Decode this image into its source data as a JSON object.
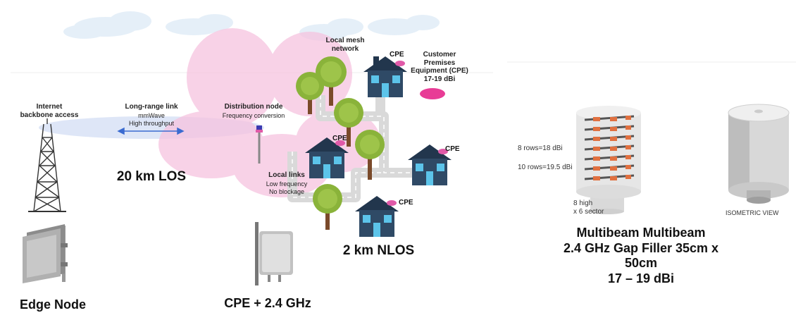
{
  "labels": {
    "internet_backbone": "Internet\nbackbone access",
    "long_range_title": "Long-range link",
    "long_range_sub1": "mmWave",
    "long_range_sub2": "High throughput",
    "distribution_title": "Distribution node",
    "distribution_sub": "Frequency conversion",
    "local_mesh": "Local mesh\nnetwork",
    "customer_premises": "Customer\nPremises\nEquipment (CPE)\n17-19 dBi",
    "local_links_title": "Local links",
    "local_links_sub1": "Low frequency",
    "local_links_sub2": "No blockage",
    "cpe": "CPE",
    "los_20km": "20 km LOS",
    "nlos_2km": "2 km NLOS",
    "edge_node": "Edge Node",
    "cpe_24ghz": "CPE + 2.4 GHz",
    "rows_8": "8 rows=18 dBi",
    "rows_10": "10 rows=19.5 dBi",
    "high_sector": "8 high\nx 6 sector",
    "isometric_view": "ISOMETRIC VIEW",
    "multibeam_title": "Multibeam Multibeam\n2.4 GHz Gap Filler 35cm x\n50cm\n17 – 19 dBi"
  },
  "colors": {
    "petal": "#f7c6e2",
    "link_beam": "#c9d6f2",
    "road": "#dcdcdc",
    "house_body": "#2f4a66",
    "house_roof": "#22364d",
    "window": "#5cc4ea",
    "tree_leaf": "#8ab33a",
    "tree_trunk": "#7a4a2a",
    "cpe_dot": "#e05aa8",
    "arrow": "#3a6bd1"
  },
  "icons": [
    "cloud-icon",
    "tower-icon",
    "house-icon",
    "tree-icon",
    "antenna-icon",
    "panel-antenna-icon",
    "multibeam-antenna-icon",
    "cylinder-antenna-icon"
  ]
}
